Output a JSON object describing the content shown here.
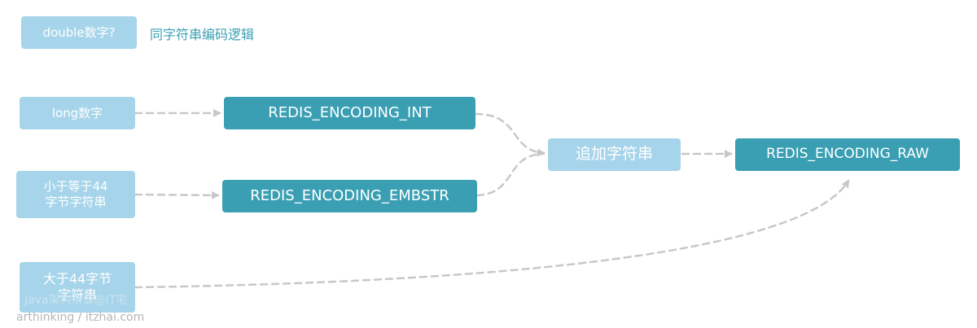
{
  "nodes": {
    "double_num": "double数字?",
    "long_num": "long数字",
    "le44_line1": "小于等于44",
    "le44_line2": "字节字符串",
    "gt44_line1": "大于44字节",
    "gt44_line2": "字符串",
    "append": "追加字符串",
    "enc_int": "REDIS_ENCODING_INT",
    "enc_embstr": "REDIS_ENCODING_EMBSTR",
    "enc_raw": "REDIS_ENCODING_RAW"
  },
  "notes": {
    "double_rule": "同字符串编码逻辑"
  },
  "watermark": {
    "line1": "Java架构杂谈@IT宅",
    "line2": "arthinking / itzhai.com"
  },
  "colors": {
    "light_box": "#a6d4ea",
    "dark_box": "#3b9fb3",
    "arrow": "#c8c8c8"
  }
}
